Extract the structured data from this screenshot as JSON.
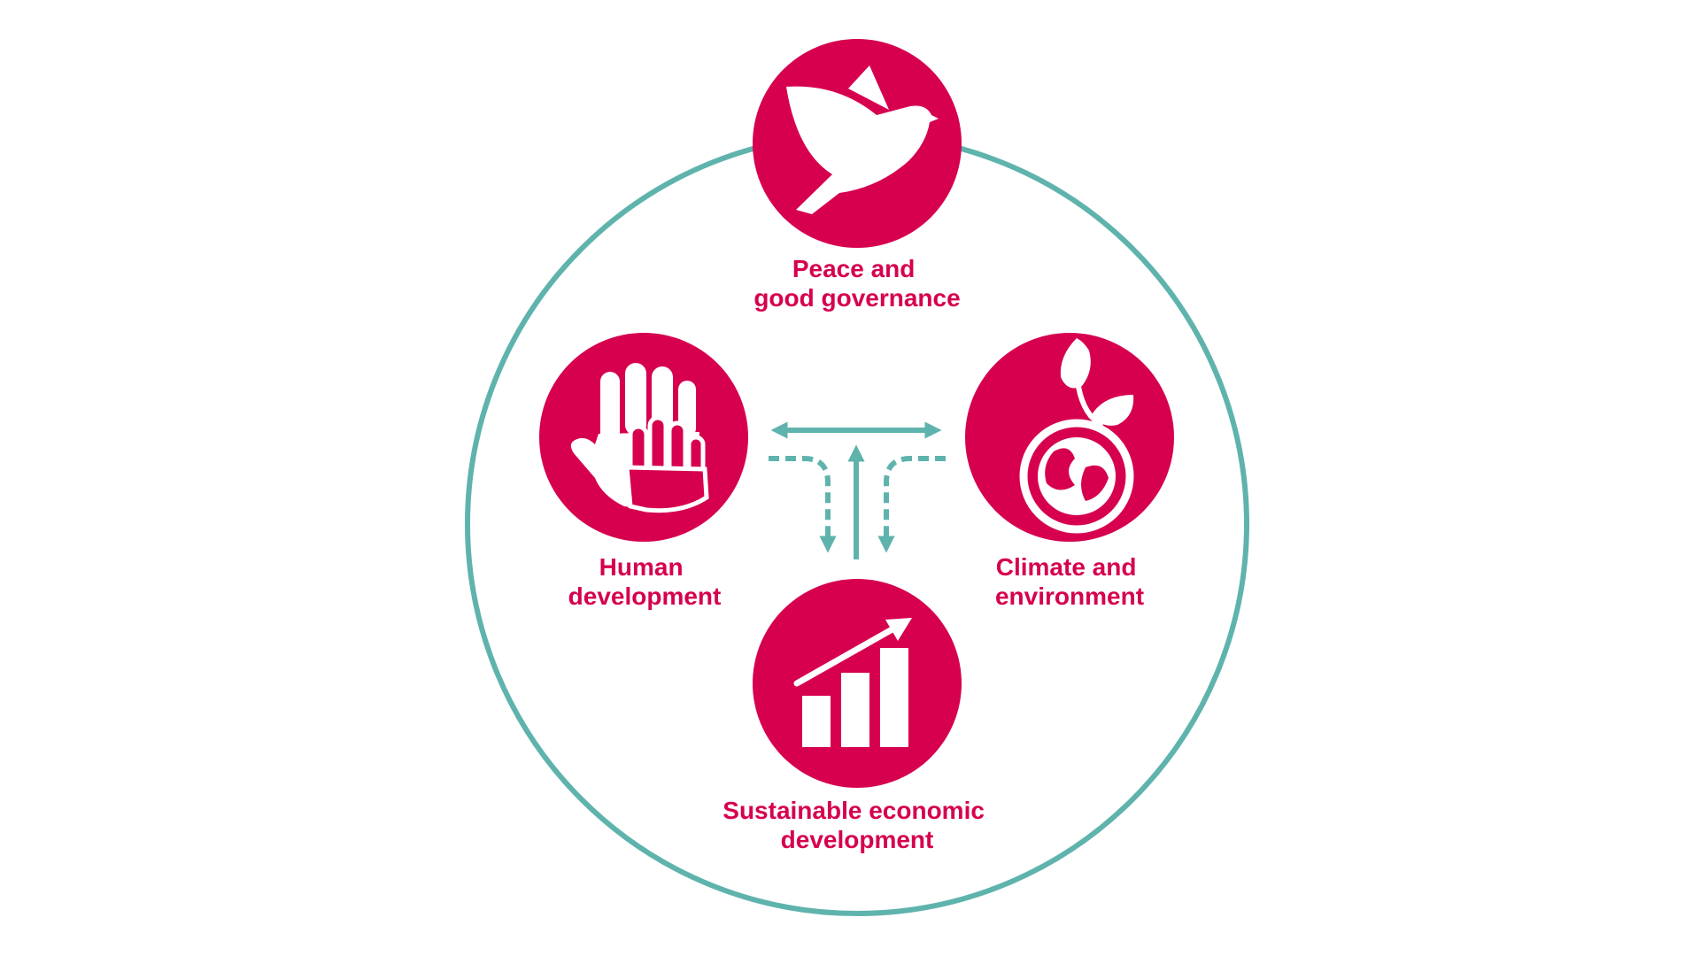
{
  "colors": {
    "accent": "#d6004f",
    "ring": "#5fb3ad",
    "icon": "#ffffff",
    "background": "#ffffff"
  },
  "nodes": [
    {
      "id": "peace",
      "icon": "dove-icon",
      "label_lines": [
        "Peace and",
        "good governance"
      ]
    },
    {
      "id": "human",
      "icon": "hands-icon",
      "label_lines": [
        "Human",
        "development"
      ]
    },
    {
      "id": "climate",
      "icon": "earth-plant-icon",
      "label_lines": [
        "Climate and",
        "environment"
      ]
    },
    {
      "id": "economic",
      "icon": "growth-chart-icon",
      "label_lines": [
        "Sustainable economic",
        "development"
      ]
    }
  ]
}
